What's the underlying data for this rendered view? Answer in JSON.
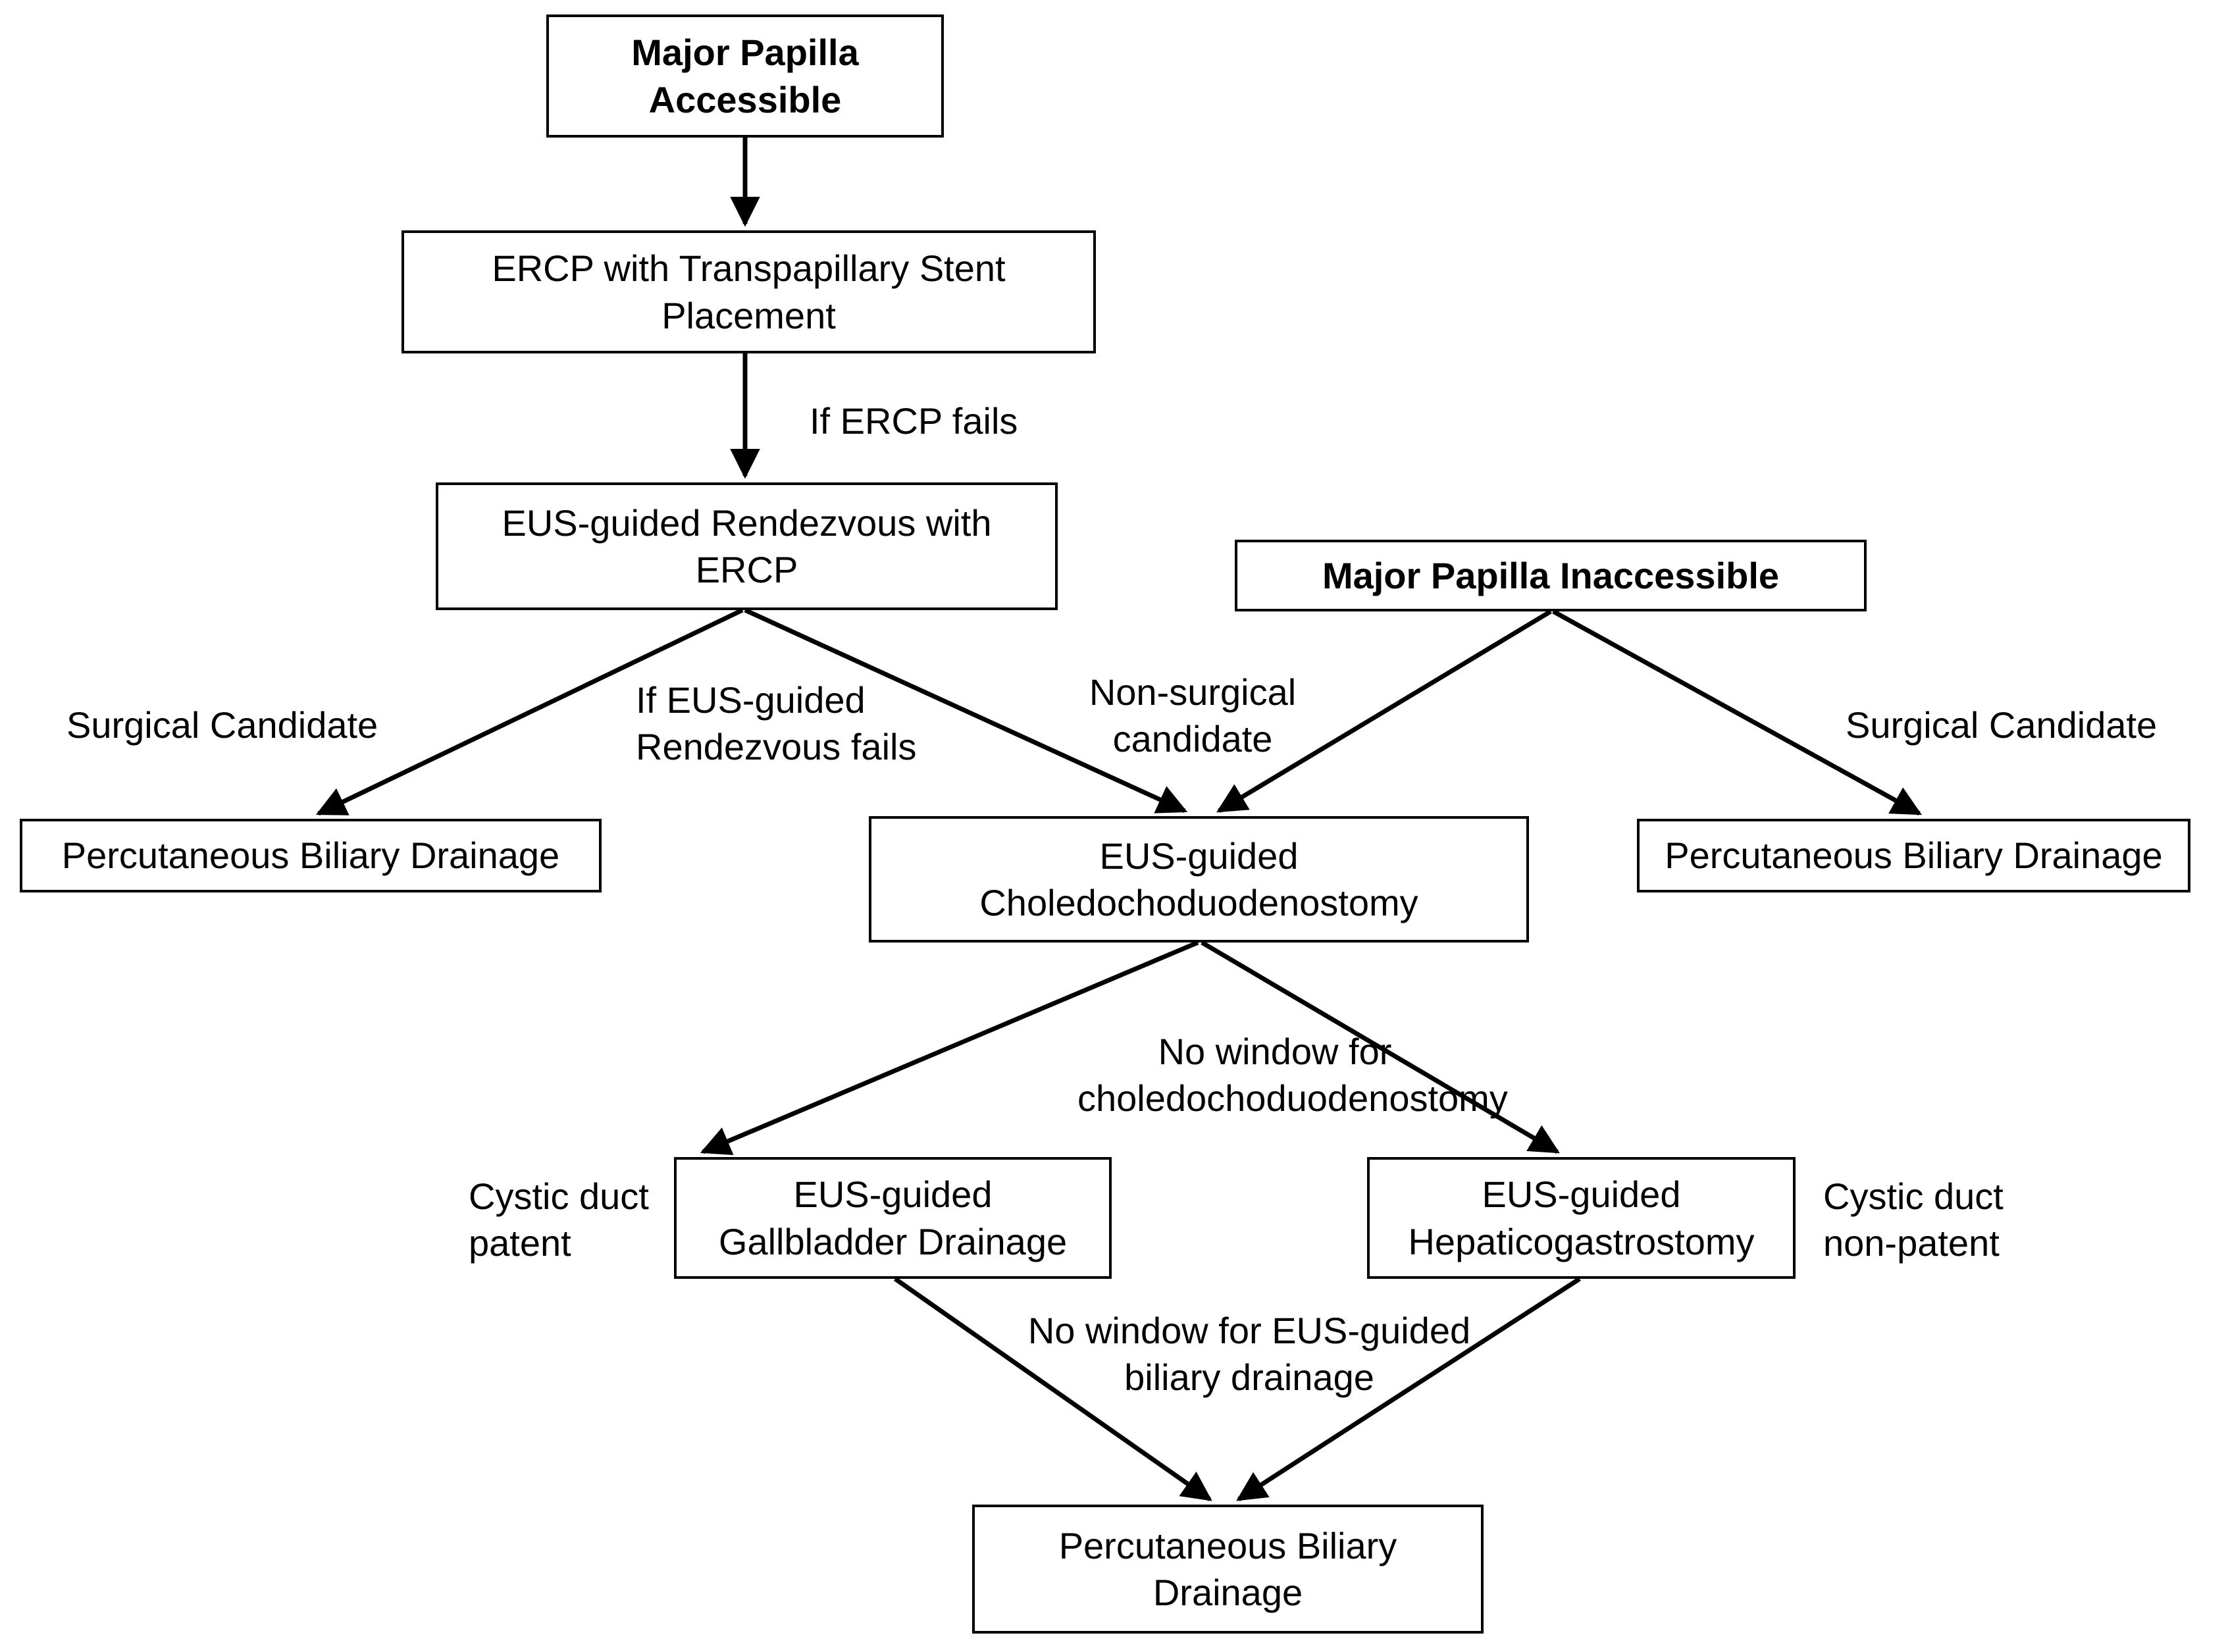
{
  "diagram": {
    "type": "flowchart",
    "topic": "Endoscopic biliary drainage decision algorithm",
    "colors": {
      "background": "#ffffff",
      "box_fill": "#ffffff",
      "box_border": "#000000",
      "arrow": "#000000",
      "text": "#000000"
    },
    "nodes": {
      "major_papilla_accessible": "Major Papilla\nAccessible",
      "ercp_stent": "ERCP with Transpapillary Stent\nPlacement",
      "eus_rendezvous": "EUS-guided Rendezvous with\nERCP",
      "major_papilla_inaccessible": "Major Papilla Inaccessible",
      "pbd_left": "Percutaneous Biliary Drainage",
      "choledochoduodenostomy": "EUS-guided\nCholedochoduodenostomy",
      "pbd_right": "Percutaneous Biliary Drainage",
      "gallbladder_drainage": "EUS-guided\nGallbladder Drainage",
      "hepaticogastrostomy": "EUS-guided\nHepaticogastrostomy",
      "pbd_bottom": "Percutaneous Biliary\nDrainage"
    },
    "edge_labels": {
      "if_ercp_fails": "If ERCP fails",
      "surgical_candidate_left": "Surgical Candidate",
      "if_eus_rendezvous_fails": "If EUS-guided\nRendezvous fails",
      "non_surgical_candidate": "Non-surgical\ncandidate",
      "surgical_candidate_right": "Surgical Candidate",
      "no_window_choledochoduodenostomy": "No window for\ncholedochoduodenostomy",
      "cystic_duct_patent": "Cystic duct\npatent",
      "cystic_duct_non_patent": "Cystic duct\nnon-patent",
      "no_window_eus_biliary": "No window for EUS-guided\nbiliary drainage"
    },
    "edges": [
      {
        "from": "major_papilla_accessible",
        "to": "ercp_stent",
        "label": ""
      },
      {
        "from": "ercp_stent",
        "to": "eus_rendezvous",
        "label": "If ERCP fails"
      },
      {
        "from": "eus_rendezvous",
        "to": "pbd_left",
        "label": "Surgical Candidate"
      },
      {
        "from": "eus_rendezvous",
        "to": "choledochoduodenostomy",
        "label": "If EUS-guided Rendezvous fails"
      },
      {
        "from": "major_papilla_inaccessible",
        "to": "choledochoduodenostomy",
        "label": "Non-surgical candidate"
      },
      {
        "from": "major_papilla_inaccessible",
        "to": "pbd_right",
        "label": "Surgical Candidate"
      },
      {
        "from": "choledochoduodenostomy",
        "to": "gallbladder_drainage",
        "label": "No window for choledochoduodenostomy; Cystic duct patent"
      },
      {
        "from": "choledochoduodenostomy",
        "to": "hepaticogastrostomy",
        "label": "No window for choledochoduodenostomy; Cystic duct non-patent"
      },
      {
        "from": "gallbladder_drainage",
        "to": "pbd_bottom",
        "label": "No window for EUS-guided biliary drainage"
      },
      {
        "from": "hepaticogastrostomy",
        "to": "pbd_bottom",
        "label": "No window for EUS-guided biliary drainage"
      }
    ]
  }
}
